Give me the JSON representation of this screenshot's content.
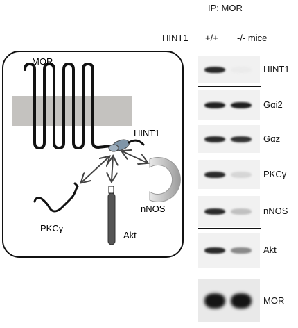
{
  "header": {
    "ip_label": "IP: MOR"
  },
  "columns": {
    "genotype_label": "HINT1",
    "wt_label": "+/+",
    "ko_label": "-/- mice"
  },
  "diagram": {
    "receptor_label": "MOR",
    "hint1_label": "HINT1",
    "pkc_label": "PKCγ",
    "akt_label": "Akt",
    "nnos_label": "nNOS"
  },
  "blots": [
    {
      "label": "HINT1",
      "wt": 0.9,
      "ko": 0.0
    },
    {
      "label": "Gαi2",
      "wt": 0.95,
      "ko": 0.95
    },
    {
      "label": "Gαz",
      "wt": 0.9,
      "ko": 0.85
    },
    {
      "label": "PKCγ",
      "wt": 0.9,
      "ko": 0.1
    },
    {
      "label": "nNOS",
      "wt": 0.9,
      "ko": 0.2
    },
    {
      "label": "Akt",
      "wt": 0.9,
      "ko": 0.45
    },
    {
      "label": "MOR",
      "wt": 1.0,
      "ko": 1.0
    }
  ]
}
